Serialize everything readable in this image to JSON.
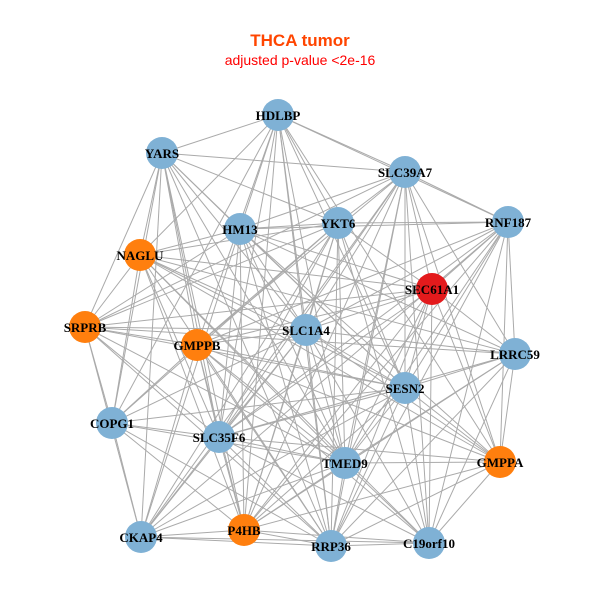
{
  "title": "THCA tumor",
  "subtitle": "adjusted p-value <2e-16",
  "colors": {
    "blue": "#7fb1d5",
    "orange": "#ff7f0e",
    "red": "#e31a1c",
    "edge": "#aaaaaa"
  },
  "nodes": [
    {
      "name": "HDLBP",
      "color": "blue"
    },
    {
      "name": "YARS",
      "color": "blue"
    },
    {
      "name": "SLC39A7",
      "color": "blue"
    },
    {
      "name": "RNF187",
      "color": "blue"
    },
    {
      "name": "YKT6",
      "color": "blue"
    },
    {
      "name": "HM13",
      "color": "blue"
    },
    {
      "name": "NAGLU",
      "color": "orange"
    },
    {
      "name": "SEC61A1",
      "color": "red"
    },
    {
      "name": "SRPRB",
      "color": "orange"
    },
    {
      "name": "GMPPB",
      "color": "orange"
    },
    {
      "name": "SLC1A4",
      "color": "blue"
    },
    {
      "name": "LRRC59",
      "color": "blue"
    },
    {
      "name": "SESN2",
      "color": "blue"
    },
    {
      "name": "COPG1",
      "color": "blue"
    },
    {
      "name": "SLC35F6",
      "color": "blue"
    },
    {
      "name": "TMED9",
      "color": "blue"
    },
    {
      "name": "GMPPA",
      "color": "orange"
    },
    {
      "name": "CKAP4",
      "color": "blue"
    },
    {
      "name": "P4HB",
      "color": "orange"
    },
    {
      "name": "RRP36",
      "color": "blue"
    },
    {
      "name": "C19orf10",
      "color": "blue"
    }
  ],
  "adjacency": [
    [
      1,
      2,
      3,
      4,
      5,
      6,
      9,
      10,
      12,
      13,
      14,
      15,
      16,
      18,
      19
    ],
    [
      2,
      4,
      5,
      6,
      8,
      9,
      10,
      12,
      13,
      14,
      15,
      17,
      18,
      19
    ],
    [
      3,
      4,
      5,
      7,
      8,
      9,
      10,
      11,
      12,
      14,
      15,
      16,
      17,
      18,
      19,
      20
    ],
    [
      4,
      5,
      7,
      9,
      10,
      11,
      12,
      14,
      15,
      16,
      17,
      18,
      19,
      20
    ],
    [
      5,
      6,
      7,
      8,
      9,
      10,
      12,
      13,
      14,
      15,
      17,
      18,
      19,
      20
    ],
    [
      6,
      7,
      8,
      10,
      11,
      12,
      14,
      15,
      16,
      17,
      18,
      19
    ],
    [
      7,
      8,
      10,
      11,
      12,
      13,
      14,
      15,
      16,
      18,
      19,
      20
    ],
    [
      8,
      9,
      10,
      11,
      12,
      14,
      15,
      16,
      18,
      19,
      20
    ],
    [
      9,
      10,
      11,
      12,
      13,
      14,
      15,
      17,
      19
    ],
    [
      10,
      12,
      13,
      14,
      15,
      16,
      17,
      18,
      19,
      20
    ],
    [
      11,
      12,
      13,
      14,
      15,
      16,
      17,
      18,
      19,
      20
    ],
    [
      12,
      14,
      15,
      16,
      18,
      19,
      20
    ],
    [
      13,
      14,
      15,
      16,
      17,
      18,
      19,
      20
    ],
    [
      14,
      15,
      17,
      18,
      19
    ],
    [
      15,
      16,
      17,
      18,
      19,
      20
    ],
    [
      16,
      17,
      18,
      19,
      20
    ],
    [
      18,
      19,
      20
    ],
    [
      18,
      19,
      20
    ],
    [
      19,
      20
    ],
    [
      20
    ],
    []
  ]
}
